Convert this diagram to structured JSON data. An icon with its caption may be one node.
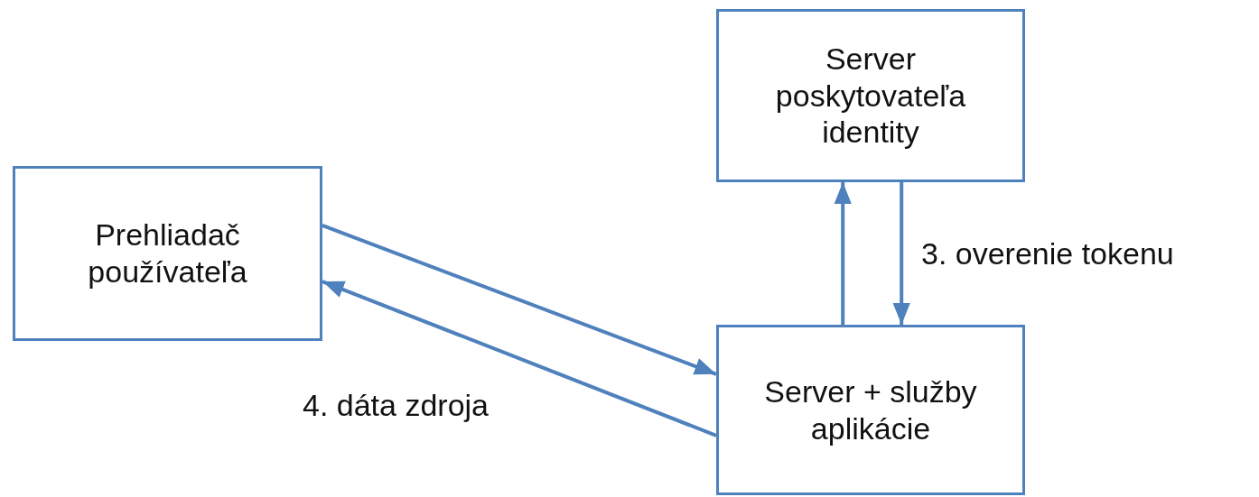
{
  "diagram": {
    "nodes": [
      {
        "text": [
          "Prehliadač používateľa"
        ]
      },
      {
        "text": [
          "Server poskytovateľa identity"
        ]
      },
      {
        "text": [
          "Server + služby aplikácie"
        ]
      }
    ],
    "edges": [
      {
        "from": 0,
        "to": 2,
        "arrow": "to"
      },
      {
        "from": 2,
        "to": 0,
        "arrow": "to",
        "label": "4. dáta zdroja"
      },
      {
        "from": 2,
        "to": 1,
        "arrow": "to"
      },
      {
        "from": 1,
        "to": 2,
        "arrow": "to",
        "label": "3. overenie tokenu"
      }
    ]
  }
}
